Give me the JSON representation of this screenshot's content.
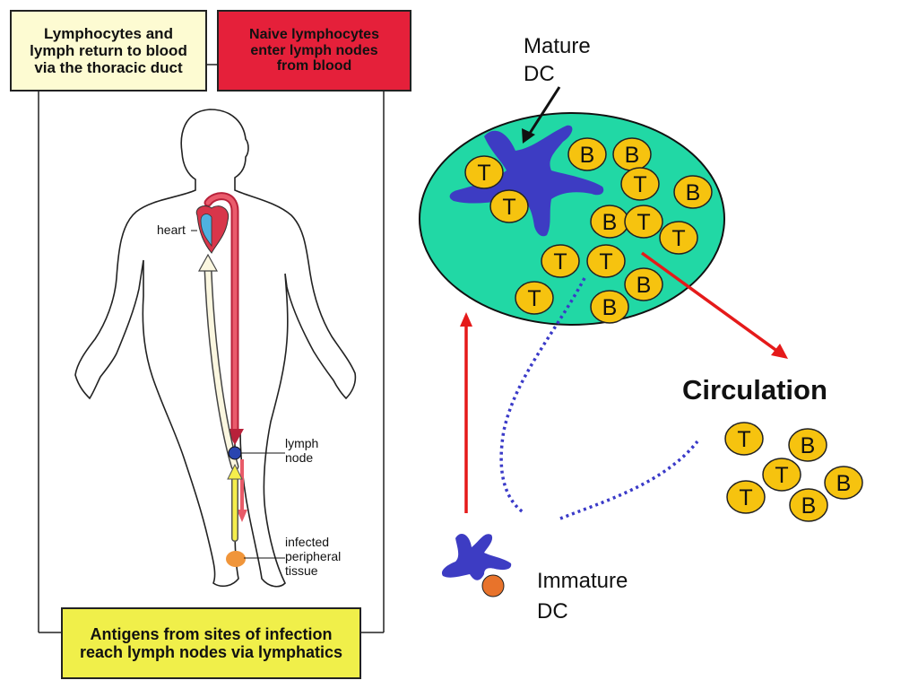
{
  "boxes": {
    "return": "Lymphocytes and\nlymph return to blood\nvia the thoracic duct",
    "naive": "Naive lymphocytes\nenter lymph nodes\nfrom blood",
    "antigens": "Antigens from sites of infection\nreach lymph nodes via lymphatics"
  },
  "labels": {
    "heart": "heart",
    "lymph_node": "lymph\nnode",
    "infected": "infected\nperipheral\ntissue",
    "mature_dc": "Mature\nDC",
    "immature_dc": "Immature\nDC",
    "circulation": "Circulation"
  },
  "node_cells": [
    "T",
    "T",
    "B",
    "B",
    "T",
    "B",
    "B",
    "T",
    "T",
    "T",
    "T",
    "B",
    "T",
    "B"
  ],
  "circ_cells": [
    "T",
    "B",
    "T",
    "B",
    "T",
    "B"
  ],
  "colors": {
    "node_fill": "#21d8a5",
    "dc_blue": "#3d3cc3",
    "cell_fill": "#f6c30f",
    "arrow_red": "#e51a1a",
    "dotted_blue": "#3a3ac8",
    "antigen_orange": "#e8732b"
  }
}
